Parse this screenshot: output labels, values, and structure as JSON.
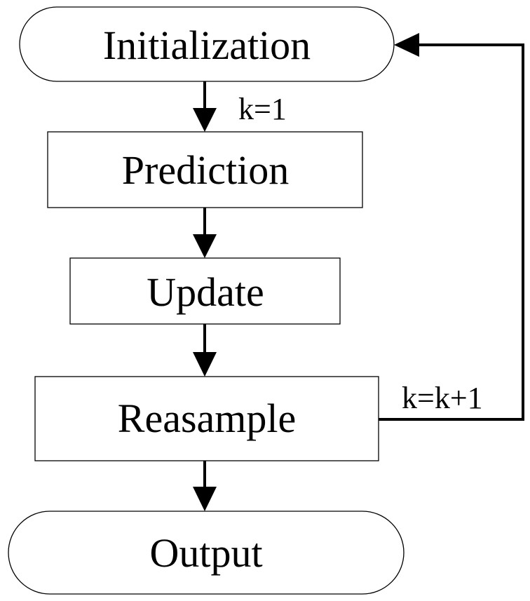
{
  "diagram": {
    "nodes": {
      "initialization": {
        "label": "Initialization",
        "shape": "terminator"
      },
      "prediction": {
        "label": "Prediction",
        "shape": "process"
      },
      "update": {
        "label": "Update",
        "shape": "process"
      },
      "resample": {
        "label": "Reasample",
        "shape": "process"
      },
      "output": {
        "label": "Output",
        "shape": "terminator"
      }
    },
    "edges": {
      "init_to_prediction": {
        "from": "initialization",
        "to": "prediction",
        "label": "k=1"
      },
      "prediction_to_update": {
        "from": "prediction",
        "to": "update",
        "label": ""
      },
      "update_to_resample": {
        "from": "update",
        "to": "resample",
        "label": ""
      },
      "resample_to_init": {
        "from": "resample",
        "to": "initialization",
        "label": "k=k+1"
      },
      "resample_to_output": {
        "from": "resample",
        "to": "output",
        "label": ""
      }
    },
    "colors": {
      "stroke": "#000000",
      "fill": "#ffffff"
    }
  }
}
